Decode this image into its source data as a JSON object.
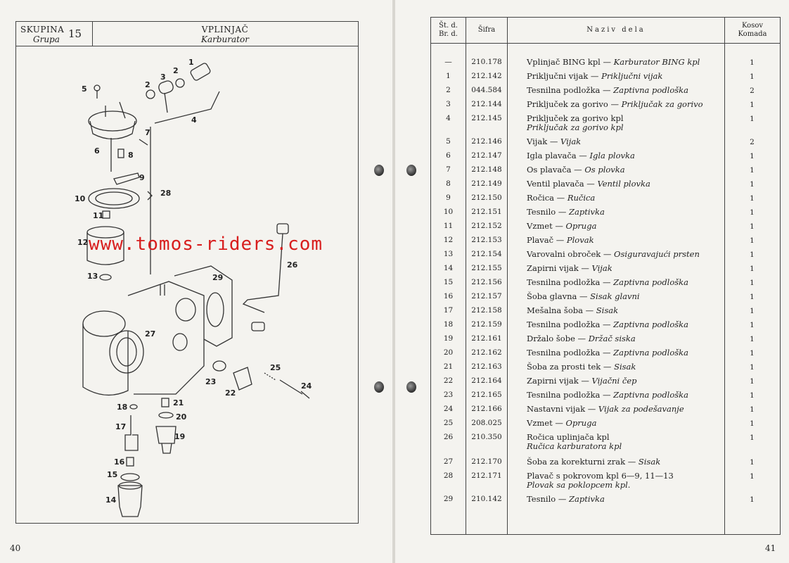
{
  "left_page": {
    "group_label": "SKUPINA",
    "group_label_alt": "Grupa",
    "group_number": "15",
    "title": "VPLINJAČ",
    "title_alt": "Karburator",
    "page_number": "40",
    "watermark": "www.tomos-riders.com",
    "callouts": [
      "1",
      "2",
      "3",
      "2",
      "4",
      "5",
      "6",
      "7",
      "8",
      "9",
      "10",
      "11",
      "12",
      "13",
      "14",
      "15",
      "16",
      "17",
      "18",
      "19",
      "20",
      "21",
      "22",
      "23",
      "24",
      "25",
      "26",
      "27",
      "28",
      "29"
    ]
  },
  "right_page": {
    "page_number": "41",
    "headers": {
      "num": "Št. d.",
      "num_alt": "Br. d.",
      "code": "Šifra",
      "name": "Naziv dela",
      "qty": "Kosov",
      "qty_alt": "Komada"
    },
    "rows": [
      {
        "num": "—",
        "code": "210.178",
        "name": "Vplinjač BING kpl — ",
        "name_alt": "Karburator BING kpl",
        "name2": "",
        "name2_alt": "",
        "qty": "1"
      },
      {
        "num": "1",
        "code": "212.142",
        "name": "Priključni vijak — ",
        "name_alt": "Priključni vijak",
        "name2": "",
        "name2_alt": "",
        "qty": "1"
      },
      {
        "num": "2",
        "code": "044.584",
        "name": "Tesnilna podložka — ",
        "name_alt": "Zaptivna podloška",
        "name2": "",
        "name2_alt": "",
        "qty": "2"
      },
      {
        "num": "3",
        "code": "212.144",
        "name": "Priključek za gorivo — ",
        "name_alt": "Priključak za gorivo",
        "name2": "",
        "name2_alt": "",
        "qty": "1"
      },
      {
        "num": "4",
        "code": "212.145",
        "name": "Priključek za gorivo kpl",
        "name_alt": "",
        "name2": "",
        "name2_alt": "Priključak za gorivo kpl",
        "qty": "1"
      },
      {
        "num": "5",
        "code": "212.146",
        "name": "Vijak — ",
        "name_alt": "Vijak",
        "name2": "",
        "name2_alt": "",
        "qty": "2"
      },
      {
        "num": "6",
        "code": "212.147",
        "name": "Igla plavača — ",
        "name_alt": "Igla plovka",
        "name2": "",
        "name2_alt": "",
        "qty": "1"
      },
      {
        "num": "7",
        "code": "212.148",
        "name": "Os plavača — ",
        "name_alt": "Os plovka",
        "name2": "",
        "name2_alt": "",
        "qty": "1"
      },
      {
        "num": "8",
        "code": "212.149",
        "name": "Ventil plavača — ",
        "name_alt": "Ventil plovka",
        "name2": "",
        "name2_alt": "",
        "qty": "1"
      },
      {
        "num": "9",
        "code": "212.150",
        "name": "Ročica — ",
        "name_alt": "Ručica",
        "name2": "",
        "name2_alt": "",
        "qty": "1"
      },
      {
        "num": "10",
        "code": "212.151",
        "name": "Tesnilo — ",
        "name_alt": "Zaptivka",
        "name2": "",
        "name2_alt": "",
        "qty": "1"
      },
      {
        "num": "11",
        "code": "212.152",
        "name": "Vzmet — ",
        "name_alt": "Opruga",
        "name2": "",
        "name2_alt": "",
        "qty": "1"
      },
      {
        "num": "12",
        "code": "212.153",
        "name": "Plavač — ",
        "name_alt": "Plovak",
        "name2": "",
        "name2_alt": "",
        "qty": "1"
      },
      {
        "num": "13",
        "code": "212.154",
        "name": "Varovalni obroček — ",
        "name_alt": "Osiguravajući prsten",
        "name2": "",
        "name2_alt": "",
        "qty": "1"
      },
      {
        "num": "14",
        "code": "212.155",
        "name": "Zapirni vijak — ",
        "name_alt": "Vijak",
        "name2": "",
        "name2_alt": "",
        "qty": "1"
      },
      {
        "num": "15",
        "code": "212.156",
        "name": "Tesnilna podložka — ",
        "name_alt": "Zaptivna podloška",
        "name2": "",
        "name2_alt": "",
        "qty": "1"
      },
      {
        "num": "16",
        "code": "212.157",
        "name": "Šoba glavna — ",
        "name_alt": "Sisak glavni",
        "name2": "",
        "name2_alt": "",
        "qty": "1"
      },
      {
        "num": "17",
        "code": "212.158",
        "name": "Mešalna šoba — ",
        "name_alt": "Sisak",
        "name2": "",
        "name2_alt": "",
        "qty": "1"
      },
      {
        "num": "18",
        "code": "212.159",
        "name": "Tesnilna podložka — ",
        "name_alt": "Zaptivna podloška",
        "name2": "",
        "name2_alt": "",
        "qty": "1"
      },
      {
        "num": "19",
        "code": "212.161",
        "name": "Držalo šobe — ",
        "name_alt": "Držač siska",
        "name2": "",
        "name2_alt": "",
        "qty": "1"
      },
      {
        "num": "20",
        "code": "212.162",
        "name": "Tesnilna podložka — ",
        "name_alt": "Zaptivna podloška",
        "name2": "",
        "name2_alt": "",
        "qty": "1"
      },
      {
        "num": "21",
        "code": "212.163",
        "name": "Šoba za prosti tek — ",
        "name_alt": "Sisak",
        "name2": "",
        "name2_alt": "",
        "qty": "1"
      },
      {
        "num": "22",
        "code": "212.164",
        "name": "Zapirni vijak — ",
        "name_alt": "Vijačni čep",
        "name2": "",
        "name2_alt": "",
        "qty": "1"
      },
      {
        "num": "23",
        "code": "212.165",
        "name": "Tesnilna podložka — ",
        "name_alt": "Zaptivna podloška",
        "name2": "",
        "name2_alt": "",
        "qty": "1"
      },
      {
        "num": "24",
        "code": "212.166",
        "name": "Nastavni vijak — ",
        "name_alt": "Vijak za podešavanje",
        "name2": "",
        "name2_alt": "",
        "qty": "1"
      },
      {
        "num": "25",
        "code": "208.025",
        "name": "Vzmet — ",
        "name_alt": "Opruga",
        "name2": "",
        "name2_alt": "",
        "qty": "1"
      },
      {
        "num": "26",
        "code": "210.350",
        "name": "Ročica uplinjača kpl",
        "name_alt": "",
        "name2": "",
        "name2_alt": "Ručica karburatora kpl",
        "qty": "1"
      },
      {
        "num": "27",
        "code": "212.170",
        "name": "Šoba za korekturni zrak — ",
        "name_alt": "Sisak",
        "name2": "",
        "name2_alt": "",
        "qty": "1"
      },
      {
        "num": "28",
        "code": "212.171",
        "name": "Plavač s pokrovom kpl 6—9, 11—13",
        "name_alt": "",
        "name2": "",
        "name2_alt": "Plovak sa poklopcem kpl.",
        "qty": "1"
      },
      {
        "num": "29",
        "code": "210.142",
        "name": "Tesnilo — ",
        "name_alt": "Zaptivka",
        "name2": "",
        "name2_alt": "",
        "qty": "1"
      }
    ]
  }
}
